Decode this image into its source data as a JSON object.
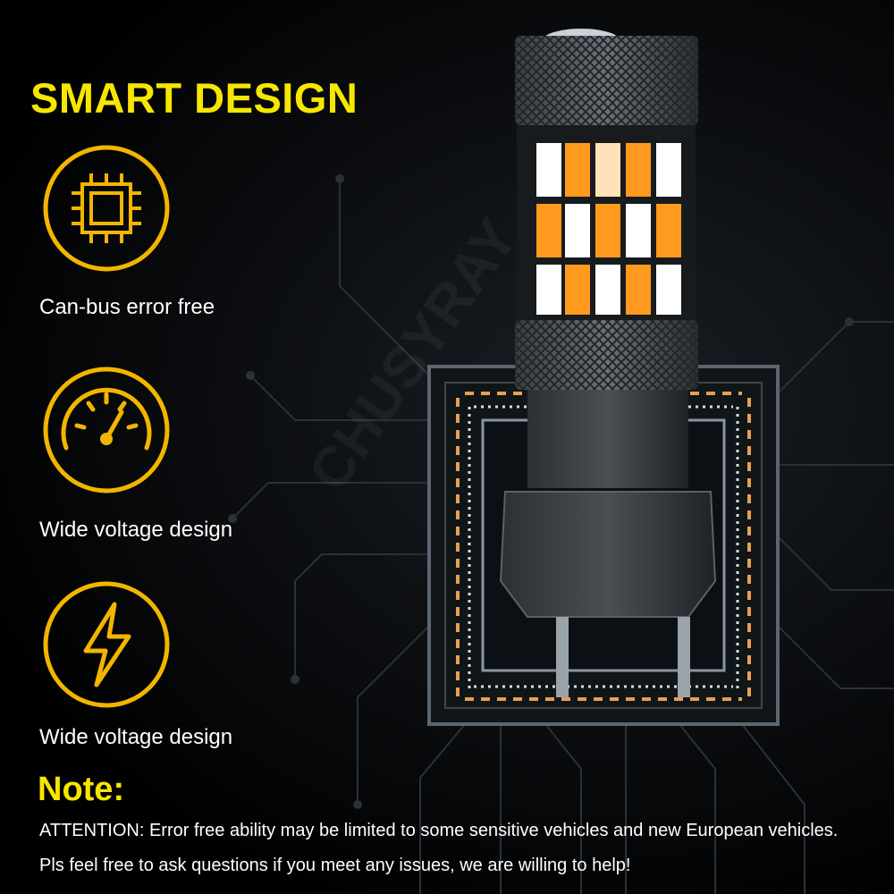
{
  "title": "SMART DESIGN",
  "features": [
    {
      "icon": "chip-icon",
      "label": "Can-bus error free"
    },
    {
      "icon": "speedometer-icon",
      "label": "Wide voltage design"
    },
    {
      "icon": "lightning-bolt-icon",
      "label": "Wide voltage design"
    }
  ],
  "note": {
    "title": "Note:",
    "lines": [
      "ATTENTION: Error free ability may be limited to some sensitive vehicles and new European vehicles.",
      "Pls feel free to ask questions if you meet any issues, we are willing to help!"
    ]
  },
  "watermark": "CHUSYRAY",
  "colors": {
    "accent_yellow": "#f6e600",
    "icon_ring": "#f2b500",
    "background": "#000000",
    "led_amber": "#ff9a1e",
    "led_white": "#ffffff"
  }
}
